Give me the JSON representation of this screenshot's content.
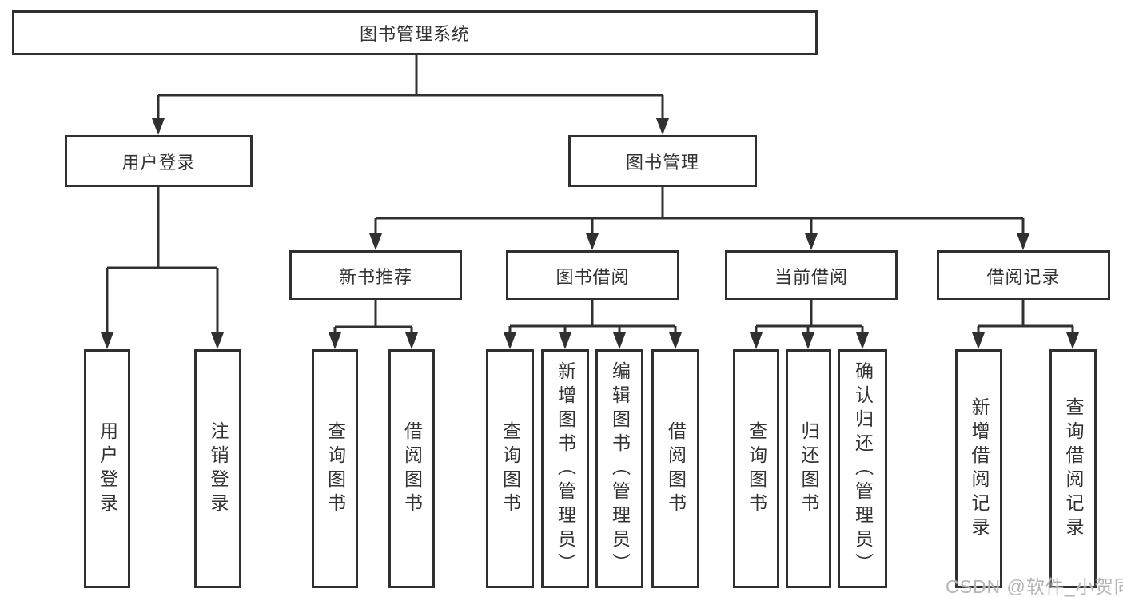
{
  "tree": {
    "label": "图书管理系统",
    "children": [
      {
        "label": "用户登录",
        "children": [
          {
            "label": "用户登录"
          },
          {
            "label": "注销登录"
          }
        ]
      },
      {
        "label": "图书管理",
        "children": [
          {
            "label": "新书推荐",
            "children": [
              {
                "label": "查询图书"
              },
              {
                "label": "借阅图书"
              }
            ]
          },
          {
            "label": "图书借阅",
            "children": [
              {
                "label": "查询图书"
              },
              {
                "label": "新增图书（管理员）"
              },
              {
                "label": "编辑图书（管理员）"
              },
              {
                "label": "借阅图书"
              }
            ]
          },
          {
            "label": "当前借阅",
            "children": [
              {
                "label": "查询图书"
              },
              {
                "label": "归还图书"
              },
              {
                "label": "确认归还（管理员）"
              }
            ]
          },
          {
            "label": "借阅记录",
            "children": [
              {
                "label": "新增借阅记录"
              },
              {
                "label": "查询借阅记录"
              }
            ]
          }
        ]
      }
    ]
  },
  "watermark": {
    "text": "CSDN @软件_小贺同学"
  },
  "colors": {
    "line": "#303030",
    "text": "#333333",
    "background": "#ffffff",
    "watermark": "#b5b5b5"
  }
}
